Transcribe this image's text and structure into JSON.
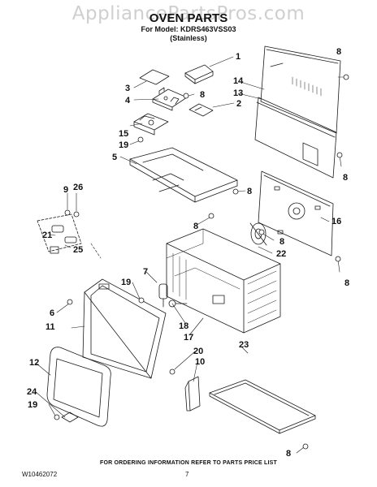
{
  "watermark": "AppliancePartsPros.com",
  "header": {
    "title": "OVEN PARTS",
    "model_line": "For Model: KDRS463VSS03",
    "variant_line": "(Stainless)"
  },
  "callouts": [
    "1",
    "2",
    "3",
    "4",
    "5",
    "6",
    "7",
    "8",
    "8",
    "8",
    "8",
    "8",
    "8",
    "8",
    "8",
    "9",
    "10",
    "11",
    "12",
    "13",
    "14",
    "15",
    "16",
    "17",
    "18",
    "19",
    "19",
    "19",
    "20",
    "21",
    "22",
    "23",
    "24",
    "25",
    "26"
  ],
  "footer": {
    "ordering_note": "FOR ORDERING INFORMATION REFER TO PARTS PRICE LIST",
    "doc_number": "W10462072",
    "page_number": "7"
  }
}
